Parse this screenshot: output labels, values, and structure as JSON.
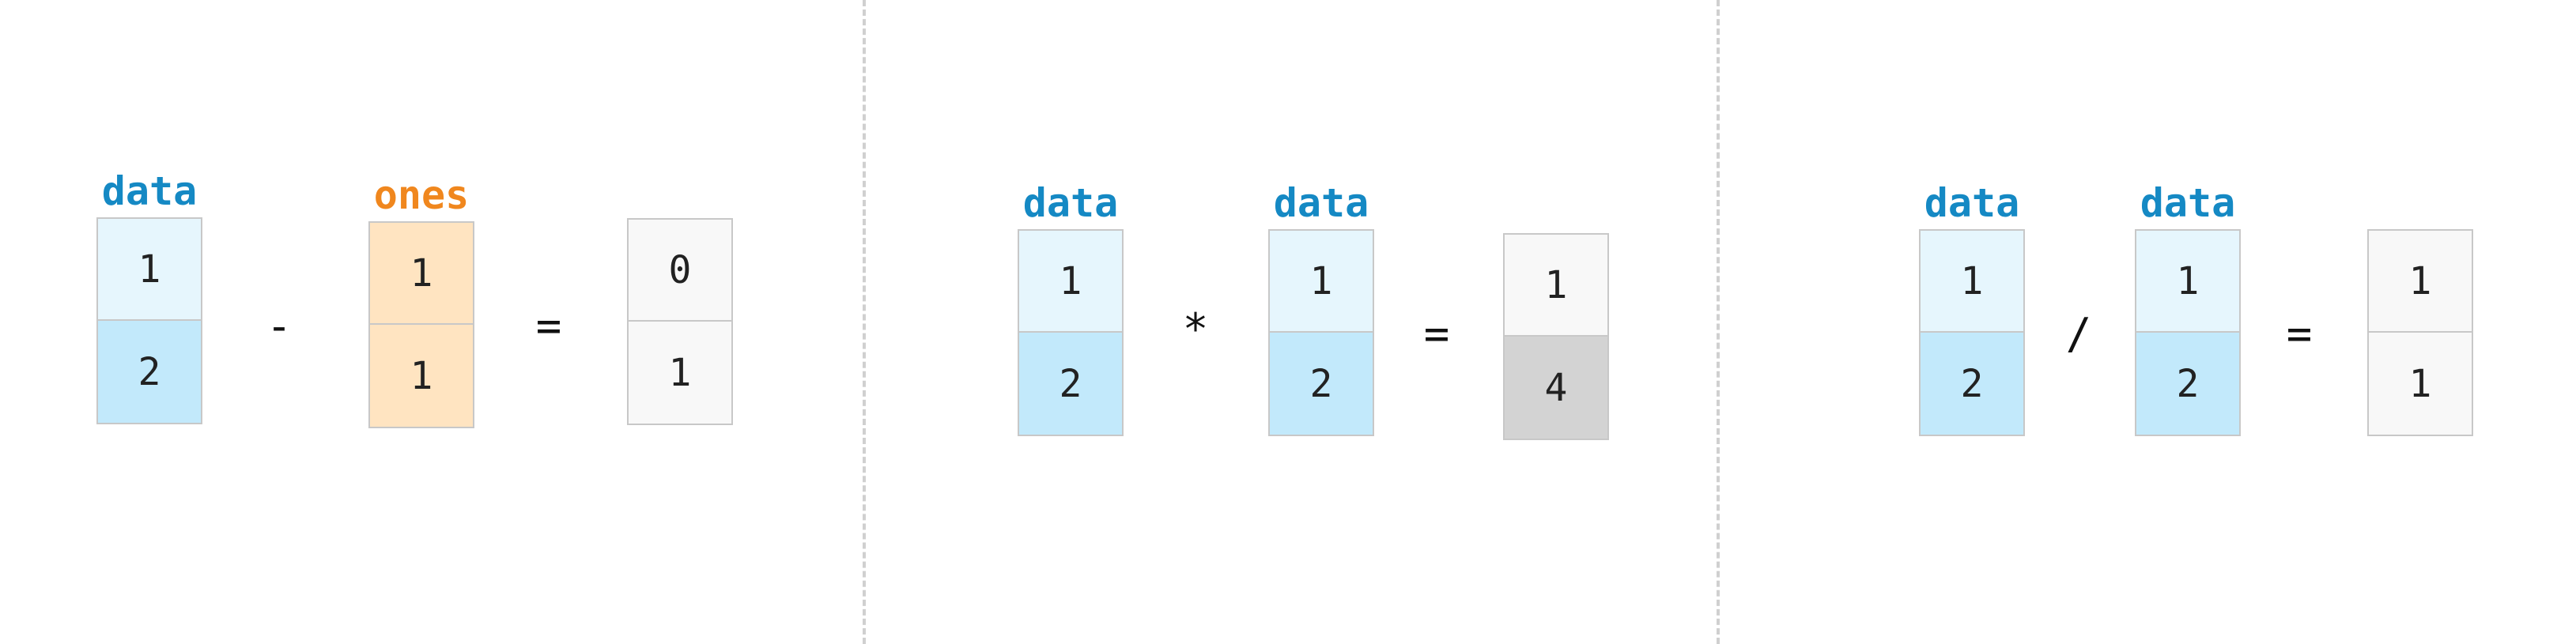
{
  "colors": {
    "data_label": "#1589c4",
    "ones_label": "#f0871e",
    "data_row1": "#e6f6fd",
    "data_row2": "#c2e9fb",
    "ones_fill": "#ffe4c1",
    "result_fill": "#f8f8f8",
    "result_highlight": "#d3d3d3"
  },
  "panels": [
    {
      "left": {
        "label": "data",
        "values": [
          "1",
          "2"
        ]
      },
      "operator": "-",
      "right": {
        "label": "ones",
        "values": [
          "1",
          "1"
        ]
      },
      "equals": "=",
      "result": {
        "values": [
          "0",
          "1"
        ]
      }
    },
    {
      "left": {
        "label": "data",
        "values": [
          "1",
          "2"
        ]
      },
      "operator": "*",
      "right": {
        "label": "data",
        "values": [
          "1",
          "2"
        ]
      },
      "equals": "=",
      "result": {
        "values": [
          "1",
          "4"
        ]
      }
    },
    {
      "left": {
        "label": "data",
        "values": [
          "1",
          "2"
        ]
      },
      "operator": "/",
      "right": {
        "label": "data",
        "values": [
          "1",
          "2"
        ]
      },
      "equals": "=",
      "result": {
        "values": [
          "1",
          "1"
        ]
      }
    }
  ]
}
